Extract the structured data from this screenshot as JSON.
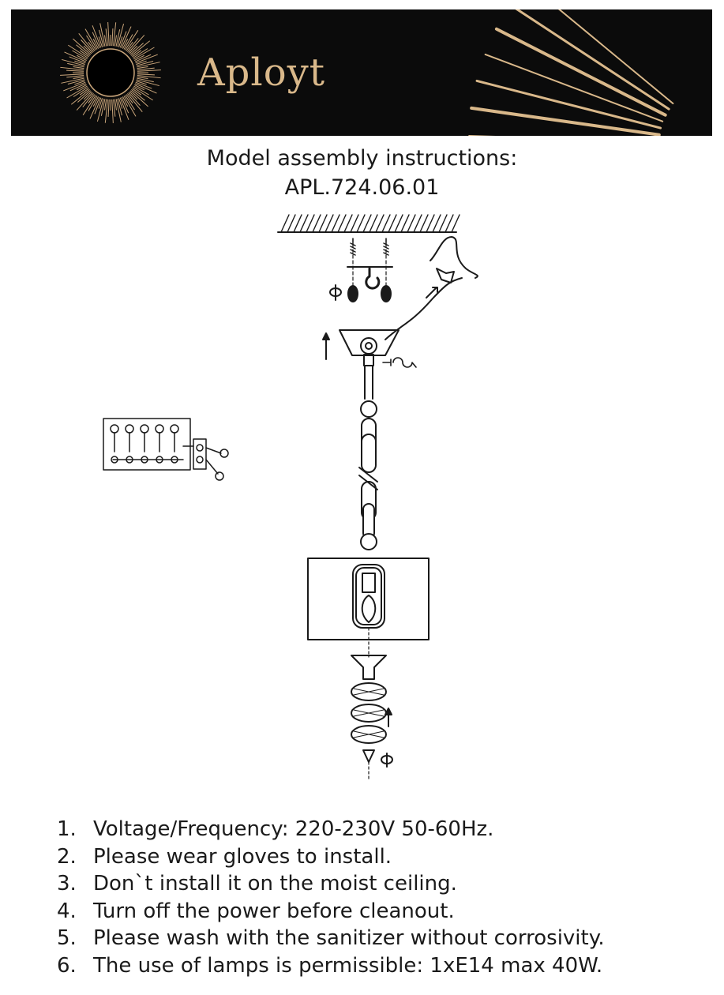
{
  "header": {
    "brand": "Aployt",
    "colors": {
      "background": "#0b0b0b",
      "accent": "#d9b88a"
    }
  },
  "document": {
    "title_line1": "Model assembly instructions:",
    "title_line2": "APL.724.06.01"
  },
  "notes": [
    {
      "num": "1.",
      "text": "Voltage/Frequency: 220-230V 50-60Hz."
    },
    {
      "num": "2.",
      "text": "Please wear gloves to install."
    },
    {
      "num": "3.",
      "text": "Don`t install it on the moist ceiling."
    },
    {
      "num": "4.",
      "text": "Turn off the power before cleanout."
    },
    {
      "num": "5.",
      "text": "Please wash with the sanitizer without corrosivity."
    },
    {
      "num": "6.",
      "text": "The use of lamps is permissible: 1xE14 max 40W."
    }
  ]
}
